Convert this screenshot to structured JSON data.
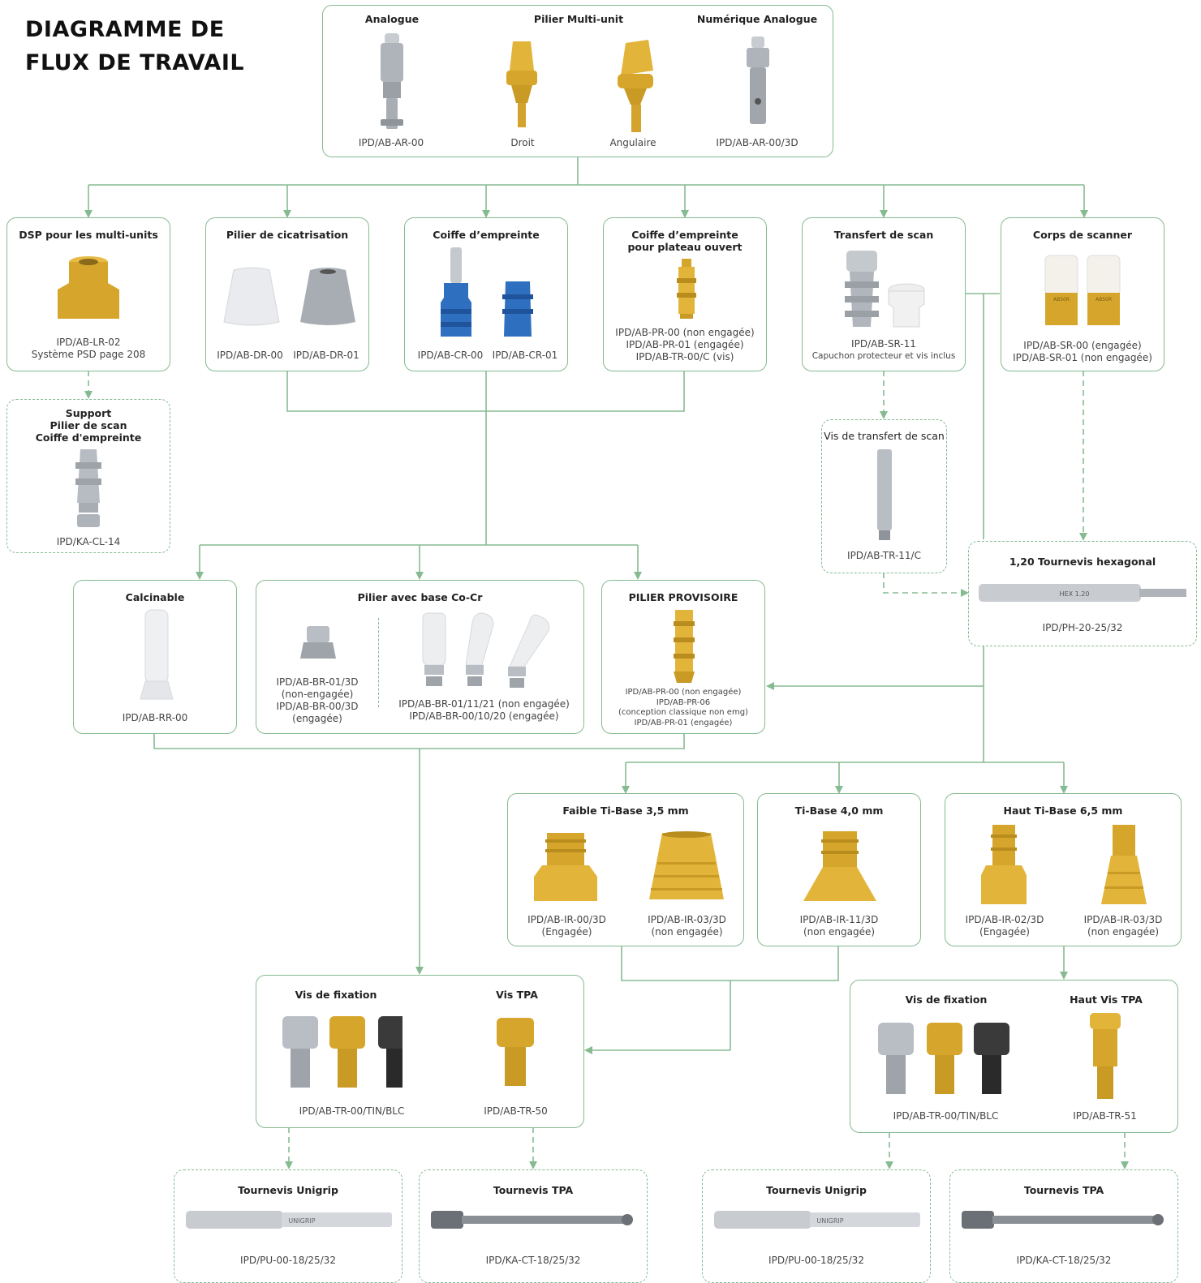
{
  "title_line1": "DIAGRAMME DE",
  "title_line2": "FLUX DE TRAVAIL",
  "colors": {
    "line": "#86bb92",
    "gold": "#d6a62c",
    "silver": "#b9bec4",
    "blue": "#2f6fc0",
    "white_part": "#eeeeee",
    "dark": "#3a3a3a"
  },
  "top": {
    "analogue": "Analogue",
    "multi_unit": "Pilier Multi-unit",
    "numeric": "Numérique Analogue",
    "cap_analogue": "IPD/AB-AR-00",
    "cap_droit": "Droit",
    "cap_angulaire": "Angulaire",
    "cap_numeric": "IPD/AB-AR-00/3D"
  },
  "dsp": {
    "title": "DSP pour les multi-units",
    "caption": "IPD/AB-LR-02\nSystème PSD page 208"
  },
  "support": {
    "title": "Support\nPilier de scan\nCoiffe d'empreinte",
    "caption": "IPD/KA-CL-14"
  },
  "cicatrisation": {
    "title": "Pilier de cicatrisation",
    "cap1": "IPD/AB-DR-00",
    "cap2": "IPD/AB-DR-01"
  },
  "coiffe": {
    "title": "Coiffe d’empreinte",
    "cap1": "IPD/AB-CR-00",
    "cap2": "IPD/AB-CR-01"
  },
  "coiffe_open": {
    "title": "Coiffe d’empreinte\npour plateau ouvert",
    "caption": "IPD/AB-PR-00 (non engagée)\nIPD/AB-PR-01 (engagée)\nIPD/AB-TR-00/C (vis)"
  },
  "scan_transfer": {
    "title": "Transfert de scan",
    "caption": "IPD/AB-SR-11",
    "caption2": "Capuchon protecteur et vis inclus"
  },
  "scanner_body": {
    "title": "Corps de scanner",
    "caption": "IPD/AB-SR-00 (engagée)\nIPD/AB-SR-01 (non engagée)",
    "label": "AB50R"
  },
  "scan_screw": {
    "title": "Vis de transfert de scan",
    "caption": "IPD/AB-TR-11/C"
  },
  "hex": {
    "title": "1,20 Tournevis hexagonal",
    "caption": "IPD/PH-20-25/32",
    "label": "HEX 1.20"
  },
  "calcinable": {
    "title": "Calcinable",
    "caption": "IPD/AB-RR-00"
  },
  "cocr": {
    "title": "Pilier avec base Co-Cr",
    "cap_left": "IPD/AB-BR-01/3D\n(non-engagée)\nIPD/AB-BR-00/3D\n(engagée)",
    "cap_right": "IPD/AB-BR-01/11/21 (non engagée)\nIPD/AB-BR-00/10/20 (engagée)"
  },
  "provisoire": {
    "title": "PILIER PROVISOIRE",
    "caption": "IPD/AB-PR-00 (non engagée)\nIPD/AB-PR-06\n(conception classique non emg)\nIPD/AB-PR-01 (engagée)"
  },
  "tibase_low": {
    "title": "Faible Ti-Base 3,5 mm",
    "cap1": "IPD/AB-IR-00/3D\n(Engagée)",
    "cap2": "IPD/AB-IR-03/3D\n(non engagée)"
  },
  "tibase_4": {
    "title": "Ti-Base 4,0 mm",
    "caption": "IPD/AB-IR-11/3D\n(non engagée)"
  },
  "tibase_high": {
    "title": "Haut Ti-Base 6,5 mm",
    "cap1": "IPD/AB-IR-02/3D\n(Engagée)",
    "cap2": "IPD/AB-IR-03/3D\n(non engagée)"
  },
  "screws_left": {
    "title1": "Vis de fixation",
    "title2": "Vis TPA",
    "cap1": "IPD/AB-TR-00/TIN/BLC",
    "cap2": "IPD/AB-TR-50"
  },
  "screws_right": {
    "title1": "Vis de fixation",
    "title2": "Haut Vis TPA",
    "cap1": "IPD/AB-TR-00/TIN/BLC",
    "cap2": "IPD/AB-TR-51"
  },
  "drivers": [
    {
      "title": "Tournevis Unigrip",
      "caption": "IPD/PU-00-18/25/32",
      "label": "UNIGRIP"
    },
    {
      "title": "Tournevis TPA",
      "caption": "IPD/KA-CT-18/25/32"
    },
    {
      "title": "Tournevis Unigrip",
      "caption": "IPD/PU-00-18/25/32",
      "label": "UNIGRIP"
    },
    {
      "title": "Tournevis TPA",
      "caption": "IPD/KA-CT-18/25/32"
    }
  ]
}
